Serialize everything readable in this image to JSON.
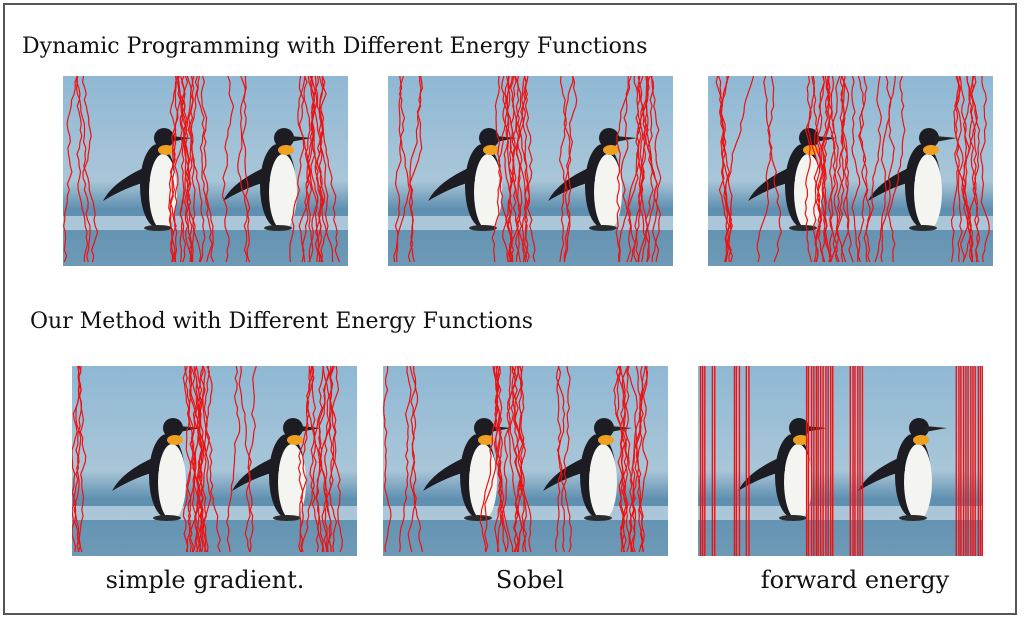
{
  "headings": {
    "dp": "Dynamic Programming with Different Energy Functions",
    "ours": "Our Method with Different Energy Functions"
  },
  "captions": [
    "simple gradient.",
    "Sobel",
    "forward energy"
  ],
  "colors": {
    "seam": "#ee1111",
    "sky": "#8fb8d4",
    "sea": "#5f8fb0",
    "border": "#555555"
  }
}
